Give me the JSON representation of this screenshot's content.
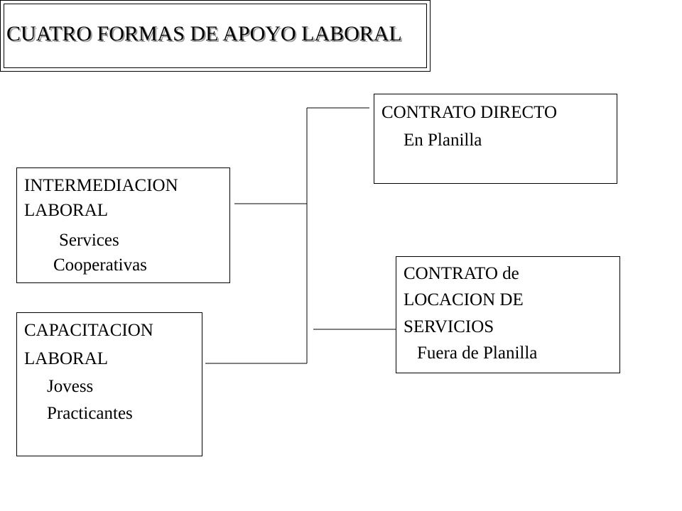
{
  "title": "CUATRO FORMAS DE APOYO LABORAL",
  "boxes": {
    "intermediacion": {
      "line1": "INTERMEDIACION",
      "line2": "LABORAL",
      "line3": "Services",
      "line4": "Cooperativas"
    },
    "capacitacion": {
      "line1": "CAPACITACION",
      "line2": "LABORAL",
      "line3": "Jovess",
      "line4": "Practicantes"
    },
    "contrato_directo": {
      "line1": "CONTRATO DIRECTO",
      "line2": "En Planilla"
    },
    "contrato_locacion": {
      "line1": "CONTRATO de",
      "line2": "LOCACION DE",
      "line3": "SERVICIOS",
      "line4": "Fuera de Planilla"
    }
  }
}
